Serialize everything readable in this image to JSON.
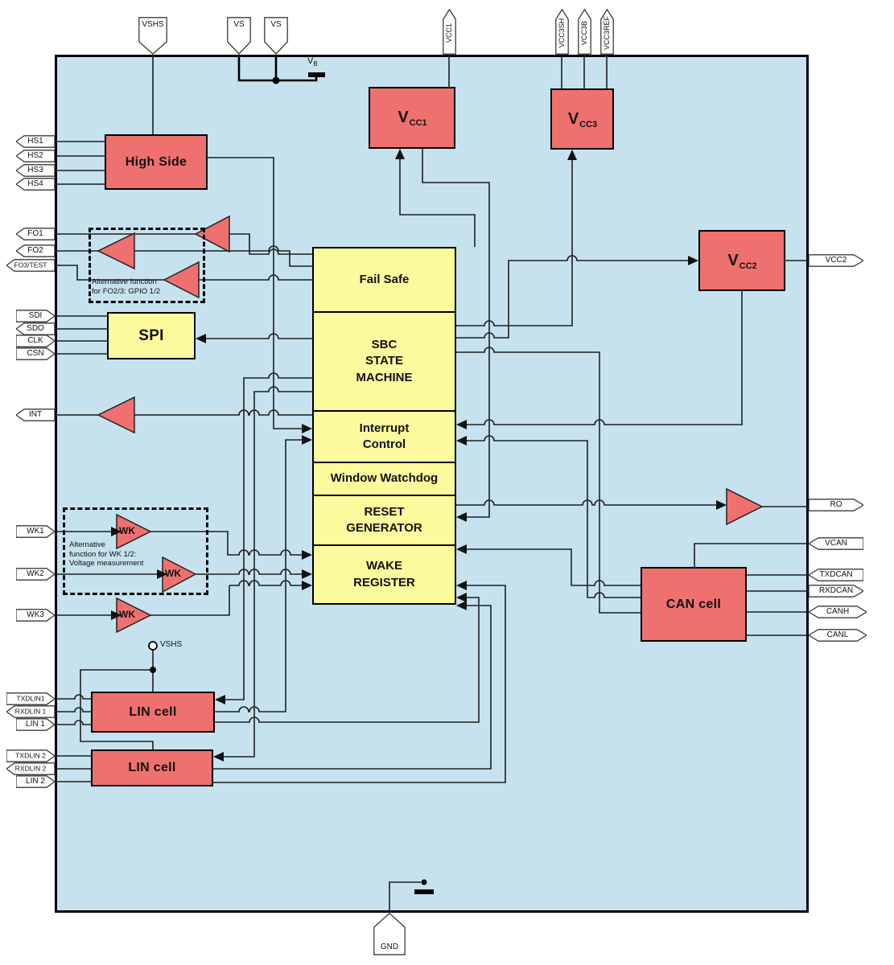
{
  "colors": {
    "chip_background": "#c6e2ee",
    "block_red": "#ee7170",
    "block_yellow": "#fbfb9d",
    "wire": "#1f1f1f",
    "pin_fill": "#ffffff"
  },
  "blocks": {
    "high_side": {
      "label": "High Side"
    },
    "vcc1": {
      "main": "V",
      "sub": "CC1"
    },
    "vcc3": {
      "main": "V",
      "sub": "CC3"
    },
    "vcc2": {
      "main": "V",
      "sub": "CC2"
    },
    "spi": {
      "label": "SPI"
    },
    "fail_safe": {
      "label": "Fail Safe"
    },
    "sbc_state_machine": {
      "line1": "SBC",
      "line2": "STATE",
      "line3": "MACHINE"
    },
    "interrupt_control": {
      "line1": "Interrupt",
      "line2": "Control"
    },
    "window_watchdog": {
      "label": "Window Watchdog"
    },
    "reset_generator": {
      "line1": "RESET",
      "line2": "GENERATOR"
    },
    "wake_register": {
      "line1": "WAKE",
      "line2": "REGISTER"
    },
    "can_cell": {
      "label": "CAN cell"
    },
    "lin_cell_1": {
      "label": "LIN cell"
    },
    "lin_cell_2": {
      "label": "LIN cell"
    }
  },
  "buffers": {
    "wk_label": "WK"
  },
  "annotations": {
    "fo": {
      "line1": "Alternative function",
      "line2": "for FO2/3: GPIO 1/2"
    },
    "wk": {
      "line1": "Alternative",
      "line2": "function for WK 1/2:",
      "line3": "Voltage measurement"
    }
  },
  "net_labels": {
    "vb_main": "V",
    "vb_sub": "B",
    "vshs_node": "VSHS"
  },
  "pins": {
    "top": [
      {
        "id": "vshs",
        "label": "VSHS"
      },
      {
        "id": "vs_a",
        "label": "VS"
      },
      {
        "id": "vs_b",
        "label": "VS"
      },
      {
        "id": "vcc1",
        "label": "VCC1"
      },
      {
        "id": "vcc3sh",
        "label": "VCC3SH"
      },
      {
        "id": "vcc3b",
        "label": "VCC3B"
      },
      {
        "id": "vcc3ref",
        "label": "VCC3REF"
      }
    ],
    "left": [
      {
        "id": "hs1",
        "label": "HS1"
      },
      {
        "id": "hs2",
        "label": "HS2"
      },
      {
        "id": "hs3",
        "label": "HS3"
      },
      {
        "id": "hs4",
        "label": "HS4"
      },
      {
        "id": "fo1",
        "label": "FO1"
      },
      {
        "id": "fo2",
        "label": "FO2"
      },
      {
        "id": "fo3",
        "label": "FO3/TEST"
      },
      {
        "id": "sdi",
        "label": "SDI"
      },
      {
        "id": "sdo",
        "label": "SDO"
      },
      {
        "id": "clk",
        "label": "CLK"
      },
      {
        "id": "csn",
        "label": "CSN"
      },
      {
        "id": "int",
        "label": "INT"
      },
      {
        "id": "wk1",
        "label": "WK1"
      },
      {
        "id": "wk2",
        "label": "WK2"
      },
      {
        "id": "wk3",
        "label": "WK3"
      },
      {
        "id": "txdlin1",
        "label": "TXDLIN1"
      },
      {
        "id": "rxdlin1",
        "label": "RXDLIN 1"
      },
      {
        "id": "lin1",
        "label": "LIN 1"
      },
      {
        "id": "txdlin2",
        "label": "TXDLIN 2"
      },
      {
        "id": "rxdlin2",
        "label": "RXDLIN 2"
      },
      {
        "id": "lin2",
        "label": "LIN 2"
      }
    ],
    "right": [
      {
        "id": "vcc2",
        "label": "VCC2"
      },
      {
        "id": "ro",
        "label": "RO"
      },
      {
        "id": "vcan",
        "label": "VCAN"
      },
      {
        "id": "txdcan",
        "label": "TXDCAN"
      },
      {
        "id": "rxdcan",
        "label": "RXDCAN"
      },
      {
        "id": "canh",
        "label": "CANH"
      },
      {
        "id": "canl",
        "label": "CANL"
      }
    ],
    "bottom": [
      {
        "id": "gnd",
        "label": "GND"
      }
    ]
  }
}
